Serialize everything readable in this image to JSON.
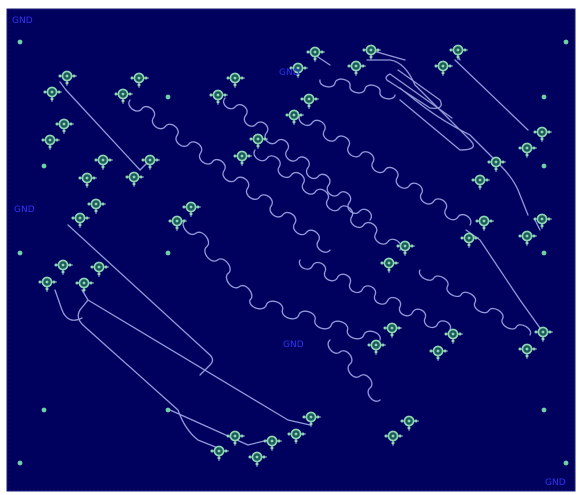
{
  "board": {
    "background": "#00005f",
    "outline": "#1a1a7a",
    "trace_color": "#8f9ad8",
    "pad_color": "#8fd6b4",
    "pad_ring": "#1b5a5a",
    "hole_color": "#6fd0a8",
    "label_color": "#3333ee"
  },
  "labels": {
    "corner_top_left": "GND",
    "left_middle": "GND",
    "top_center": "GND",
    "center_lower": "GND",
    "corner_bottom_right": "GND"
  }
}
